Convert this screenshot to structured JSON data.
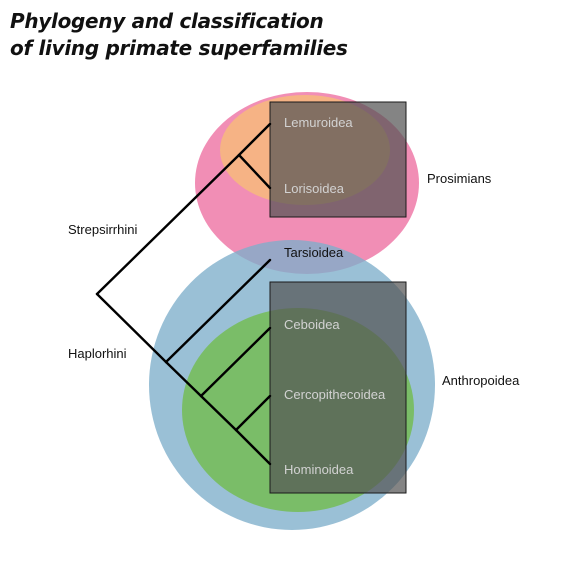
{
  "title": {
    "line1": "Phylogeny and classification",
    "line2": "of living primate superfamilies"
  },
  "groups": {
    "prosimians": "Prosimians",
    "anthropoidea": "Anthropoidea"
  },
  "clades": {
    "strepsirrhini": "Strepsirrhini",
    "haplorhini": "Haplorhini"
  },
  "taxa": {
    "lemuroidea": "Lemuroidea",
    "lorisoidea": "Lorisoidea",
    "tarsioidea": "Tarsioidea",
    "ceboidea": "Ceboidea",
    "cercopithecoidea": "Cercopithecoidea",
    "hominoidea": "Hominoidea"
  },
  "colors": {
    "prosimians_fill": "#ee7aa8",
    "strepsirrhine_inner_fill": "#f6b77f",
    "anthropoidea_fill": "#7eaecb",
    "catarrhine_inner_fill": "#78bd62",
    "overlap_box_fill": "#555555",
    "tree_line": "#000000"
  }
}
